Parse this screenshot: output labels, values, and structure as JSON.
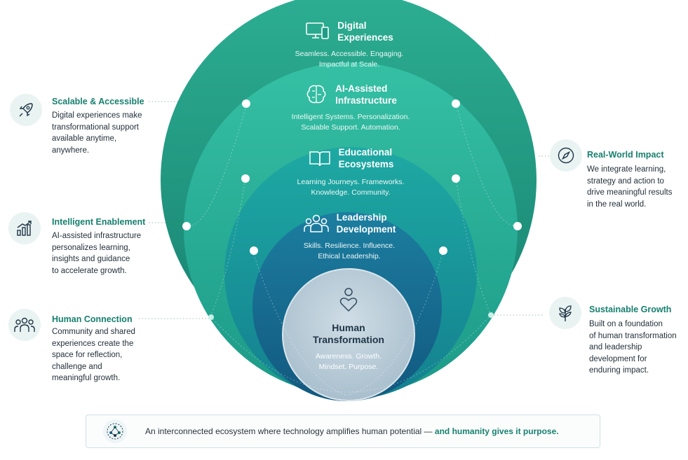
{
  "layers": [
    {
      "id": "digital",
      "title_lines": [
        "Digital",
        "Experiences"
      ],
      "subtitle_lines": [
        "Seamless. Accessible. Engaging.",
        "Impactful at Scale."
      ],
      "icon": "devices-icon",
      "color": "#1f9b86"
    },
    {
      "id": "ai",
      "title_lines": [
        "AI-Assisted",
        "Infrastructure"
      ],
      "subtitle_lines": [
        "Intelligent Systems. Personalization.",
        "Scalable Support. Automation."
      ],
      "icon": "brain-icon",
      "color": "#21a993"
    },
    {
      "id": "educational",
      "title_lines": [
        "Educational",
        "Ecosystems"
      ],
      "subtitle_lines": [
        "Learning Journeys. Frameworks.",
        "Knowledge. Community."
      ],
      "icon": "book-icon",
      "color": "#178c9a"
    },
    {
      "id": "leadership",
      "title_lines": [
        "Leadership",
        "Development"
      ],
      "subtitle_lines": [
        "Skills. Resilience. Influence.",
        "Ethical Leadership."
      ],
      "icon": "people-icon",
      "color": "#186f95"
    },
    {
      "id": "human",
      "title_lines": [
        "Human",
        "Transformation"
      ],
      "subtitle_lines": [
        "Awareness. Growth.",
        "Mindset. Purpose."
      ],
      "icon": "heart-person-icon",
      "color": "#b7cad6"
    }
  ],
  "left_items": [
    {
      "title": "Scalable & Accessible",
      "body_lines": [
        "Digital experiences make",
        "transformational support",
        "available anytime,",
        "anywhere."
      ],
      "icon": "rocket-icon"
    },
    {
      "title": "Intelligent Enablement",
      "body_lines": [
        "AI-assisted infrastructure",
        "personalizes learning,",
        "insights and guidance",
        "to accelerate growth."
      ],
      "icon": "growth-chart-icon"
    },
    {
      "title": "Human Connection",
      "body_lines": [
        "Community and shared",
        "experiences create the",
        "space for reflection,",
        "challenge and",
        "meaningful growth."
      ],
      "icon": "group-icon"
    }
  ],
  "right_items": [
    {
      "title": "Real-World Impact",
      "body_lines": [
        "We integrate learning,",
        "strategy and action to",
        "drive meaningful results",
        "in the real world."
      ],
      "icon": "compass-icon"
    },
    {
      "title": "Sustainable Growth",
      "body_lines": [
        "Built on a foundation",
        "of human transformation",
        "and leadership",
        "development for",
        "enduring impact."
      ],
      "icon": "sprout-icon"
    }
  ],
  "footer": {
    "text": "An interconnected ecosystem where technology amplifies human potential —",
    "highlight": "and humanity gives it purpose.",
    "icon": "network-icon"
  },
  "colors": {
    "accent": "#17806f",
    "text": "#24313b"
  }
}
